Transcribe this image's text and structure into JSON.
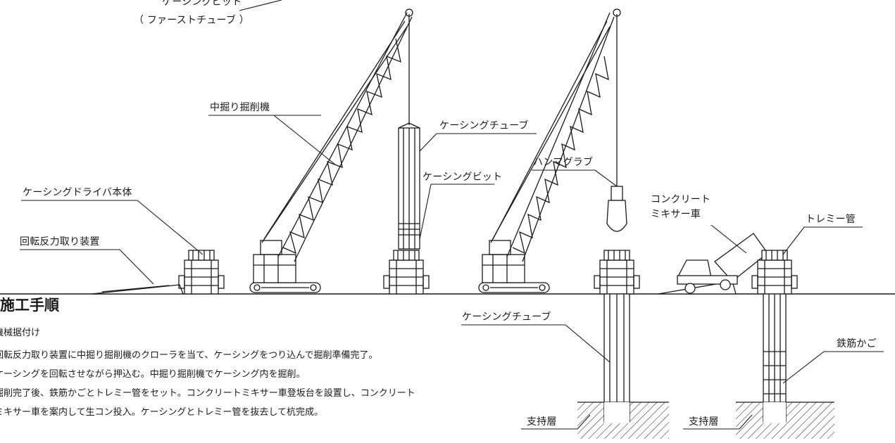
{
  "labels": {
    "casing_bit_first": "ケーシングビット",
    "first_tube": "（ ファーストチューブ ）",
    "excavator": "中掘り掘削機",
    "casing_tube_hanging": "ケーシングチューブ",
    "casing_bit": "ケーシングビット",
    "casing_driver": "ケーシングドライバ本体",
    "reaction_device": "回転反力取り装置",
    "hammer_grab": "ハンマグラブ",
    "mixer_truck_1": "コンクリート",
    "mixer_truck_2": "ミキサー車",
    "tremie": "トレミー管",
    "casing_tube_ground": "ケーシングチューブ",
    "rebar_cage": "鉄筋かご",
    "bearing_layer_1": "支持層",
    "bearing_layer_2": "支持層"
  },
  "procedure": {
    "title": "施工手順",
    "steps": [
      "機械据付け",
      "回転反力取り装置に中掘り掘削機のクローラを当て、ケーシングをつり込んで掘削準備完了。",
      "ケーシングを回転させながら押込む。中掘り掘削機でケーシング内を掘削。",
      "掘削完了後、鉄筋かごとトレミー管をセット。コンクリートミキサー車登坂台を設置し、コンクリート",
      "ミキサー車を案内して生コン投入。ケーシングとトレミー管を抜去して杭完成。"
    ]
  },
  "colors": {
    "line": "#1a1a1a",
    "background": "#ffffff"
  }
}
